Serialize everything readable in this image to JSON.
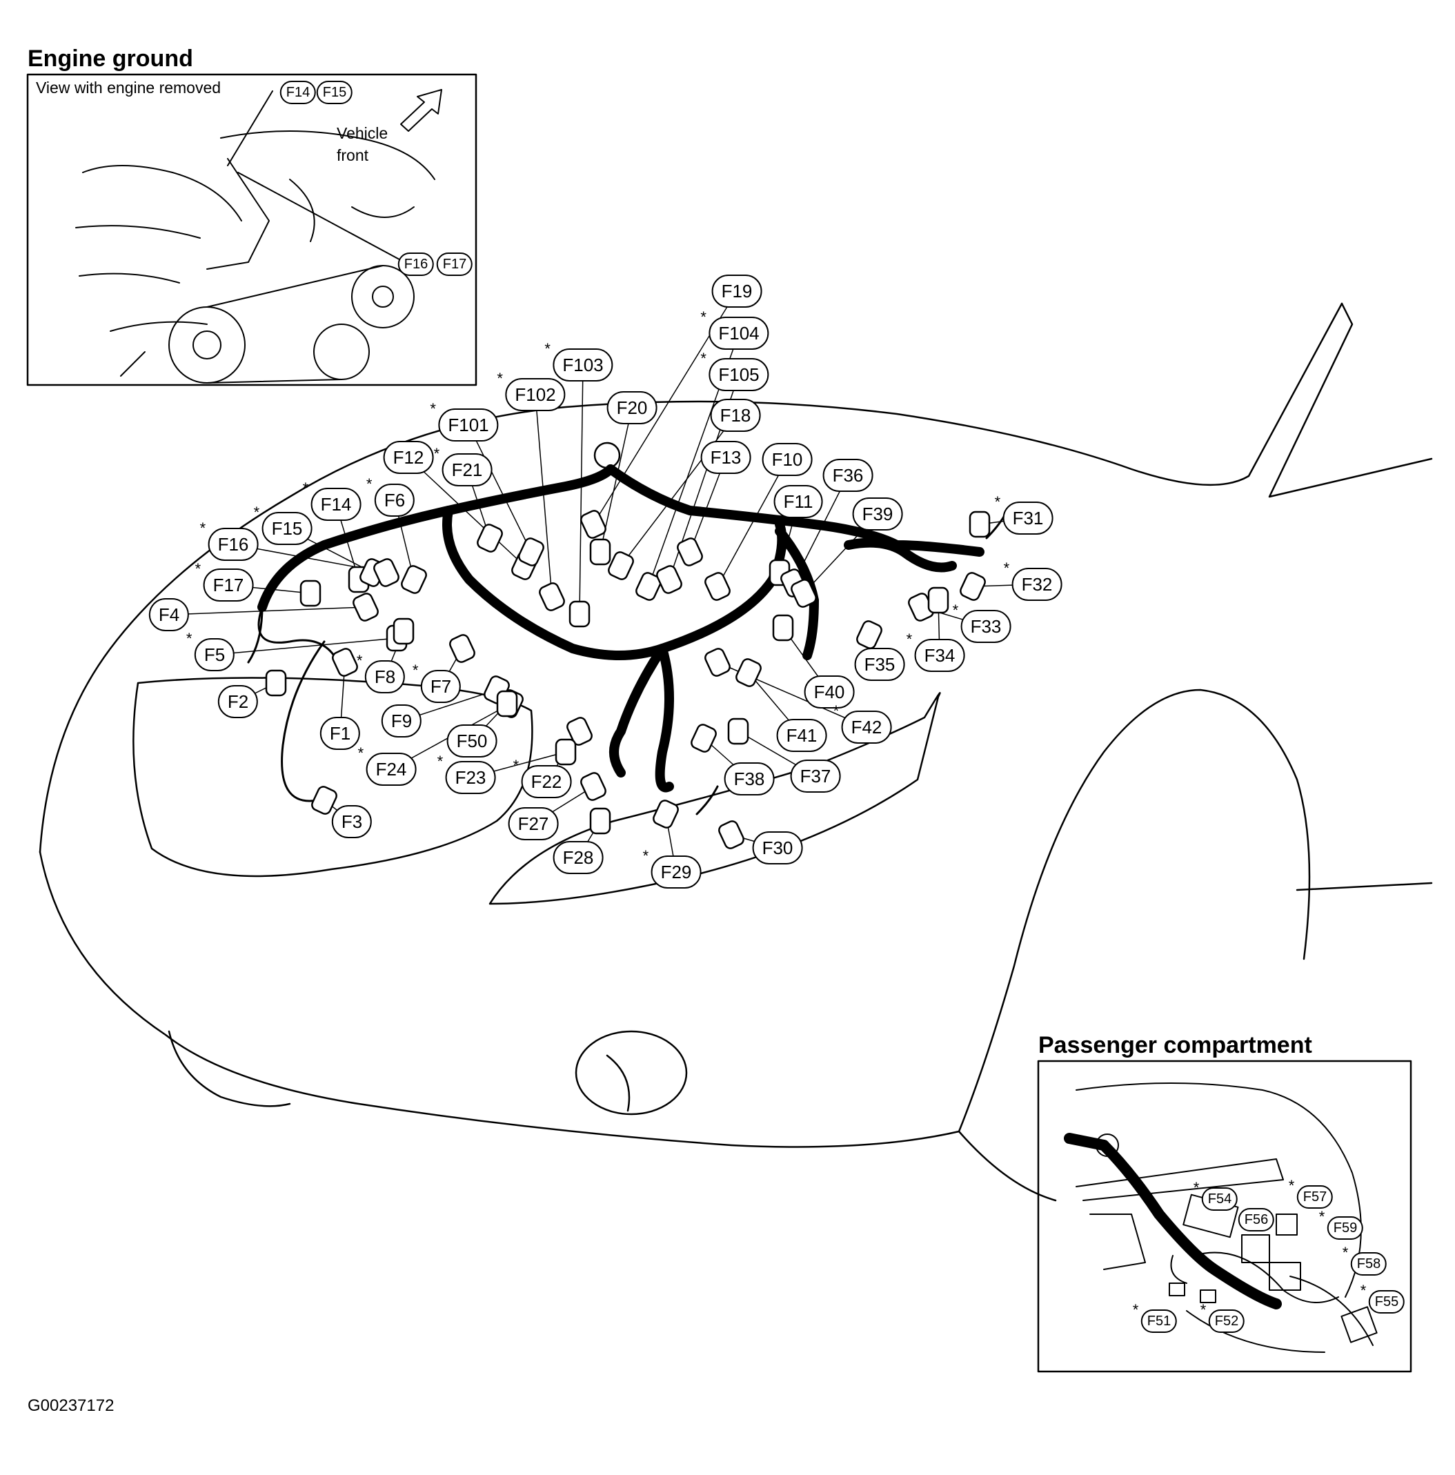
{
  "engine_ground": {
    "title": "Engine ground",
    "view_note": "View with engine removed",
    "vehicle_front": [
      "Vehicle",
      "front"
    ]
  },
  "passenger_compartment": {
    "title": "Passenger compartment"
  },
  "figure_code": "G00237172",
  "star_symbol": "*",
  "inset_labels": [
    "F14",
    "F15",
    "F16",
    "F17"
  ],
  "main_labels": [
    {
      "id": "F1",
      "star": false
    },
    {
      "id": "F2",
      "star": false
    },
    {
      "id": "F3",
      "star": false
    },
    {
      "id": "F4",
      "star": false
    },
    {
      "id": "F5",
      "star": true
    },
    {
      "id": "F6",
      "star": true
    },
    {
      "id": "F7",
      "star": true
    },
    {
      "id": "F8",
      "star": true
    },
    {
      "id": "F9",
      "star": false
    },
    {
      "id": "F10",
      "star": false
    },
    {
      "id": "F11",
      "star": false
    },
    {
      "id": "F12",
      "star": false
    },
    {
      "id": "F13",
      "star": false
    },
    {
      "id": "F14",
      "star": true
    },
    {
      "id": "F15",
      "star": true
    },
    {
      "id": "F16",
      "star": true
    },
    {
      "id": "F17",
      "star": true
    },
    {
      "id": "F18",
      "star": false
    },
    {
      "id": "F19",
      "star": false
    },
    {
      "id": "F20",
      "star": false
    },
    {
      "id": "F21",
      "star": true
    },
    {
      "id": "F22",
      "star": true
    },
    {
      "id": "F23",
      "star": true
    },
    {
      "id": "F24",
      "star": true
    },
    {
      "id": "F27",
      "star": false
    },
    {
      "id": "F28",
      "star": false
    },
    {
      "id": "F29",
      "star": true
    },
    {
      "id": "F30",
      "star": false
    },
    {
      "id": "F31",
      "star": true
    },
    {
      "id": "F32",
      "star": true
    },
    {
      "id": "F33",
      "star": true
    },
    {
      "id": "F34",
      "star": true
    },
    {
      "id": "F35",
      "star": false
    },
    {
      "id": "F36",
      "star": false
    },
    {
      "id": "F37",
      "star": false
    },
    {
      "id": "F38",
      "star": false
    },
    {
      "id": "F39",
      "star": false
    },
    {
      "id": "F40",
      "star": false
    },
    {
      "id": "F41",
      "star": false
    },
    {
      "id": "F42",
      "star": true
    },
    {
      "id": "F50",
      "star": false
    },
    {
      "id": "F101",
      "star": true
    },
    {
      "id": "F102",
      "star": true
    },
    {
      "id": "F103",
      "star": true
    },
    {
      "id": "F104",
      "star": true
    },
    {
      "id": "F105",
      "star": true
    }
  ],
  "passenger_labels": [
    {
      "id": "F51",
      "star": true
    },
    {
      "id": "F52",
      "star": true
    },
    {
      "id": "F54",
      "star": true
    },
    {
      "id": "F55",
      "star": true
    },
    {
      "id": "F56",
      "star": false
    },
    {
      "id": "F57",
      "star": true
    },
    {
      "id": "F58",
      "star": true
    },
    {
      "id": "F59",
      "star": true
    }
  ]
}
